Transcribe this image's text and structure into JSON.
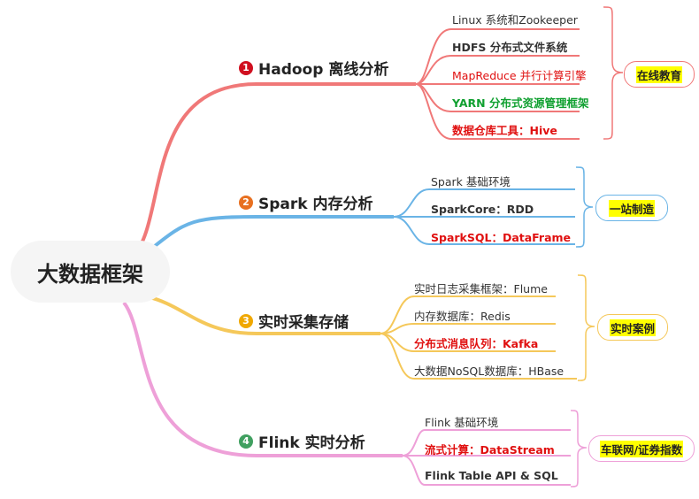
{
  "root": {
    "label": "大数据框架"
  },
  "branches": [
    {
      "num": "1",
      "title": "Hadoop 离线分析",
      "color": "#f07878",
      "num_color": "#d01020",
      "leaves": [
        {
          "text": "Linux 系统和Zookeeper",
          "style": "normal"
        },
        {
          "text": "HDFS 分布式文件系统",
          "style": "bold"
        },
        {
          "text": "MapReduce 并行计算引擎",
          "style": "redn"
        },
        {
          "text": "YARN 分布式资源管理框架",
          "style": "green"
        },
        {
          "text": "数据仓库工具：Hive",
          "style": "red"
        }
      ],
      "tag": "在线教育"
    },
    {
      "num": "2",
      "title": "Spark 内存分析",
      "color": "#6ab4e6",
      "num_color": "#e87020",
      "leaves": [
        {
          "text": "Spark 基础环境",
          "style": "normal"
        },
        {
          "text": "SparkCore：RDD",
          "style": "bold"
        },
        {
          "text": "SparkSQL：DataFrame",
          "style": "red"
        }
      ],
      "tag": "一站制造"
    },
    {
      "num": "3",
      "title": "实时采集存储",
      "color": "#f5c85a",
      "num_color": "#f0a800",
      "leaves": [
        {
          "text": "实时日志采集框架：Flume",
          "style": "normal"
        },
        {
          "text": "内存数据库：Redis",
          "style": "normal"
        },
        {
          "text": "分布式消息队列：Kafka",
          "style": "red"
        },
        {
          "text": "大数据NoSQL数据库：HBase",
          "style": "normal"
        }
      ],
      "tag": "实时案例"
    },
    {
      "num": "4",
      "title": "Flink 实时分析",
      "color": "#eea0d8",
      "num_color": "#40a060",
      "leaves": [
        {
          "text": "Flink 基础环境",
          "style": "normal"
        },
        {
          "text": "流式计算：DataStream",
          "style": "red"
        },
        {
          "text": "Flink Table API & SQL",
          "style": "bold"
        }
      ],
      "tag": "车联网/证券指数"
    }
  ]
}
